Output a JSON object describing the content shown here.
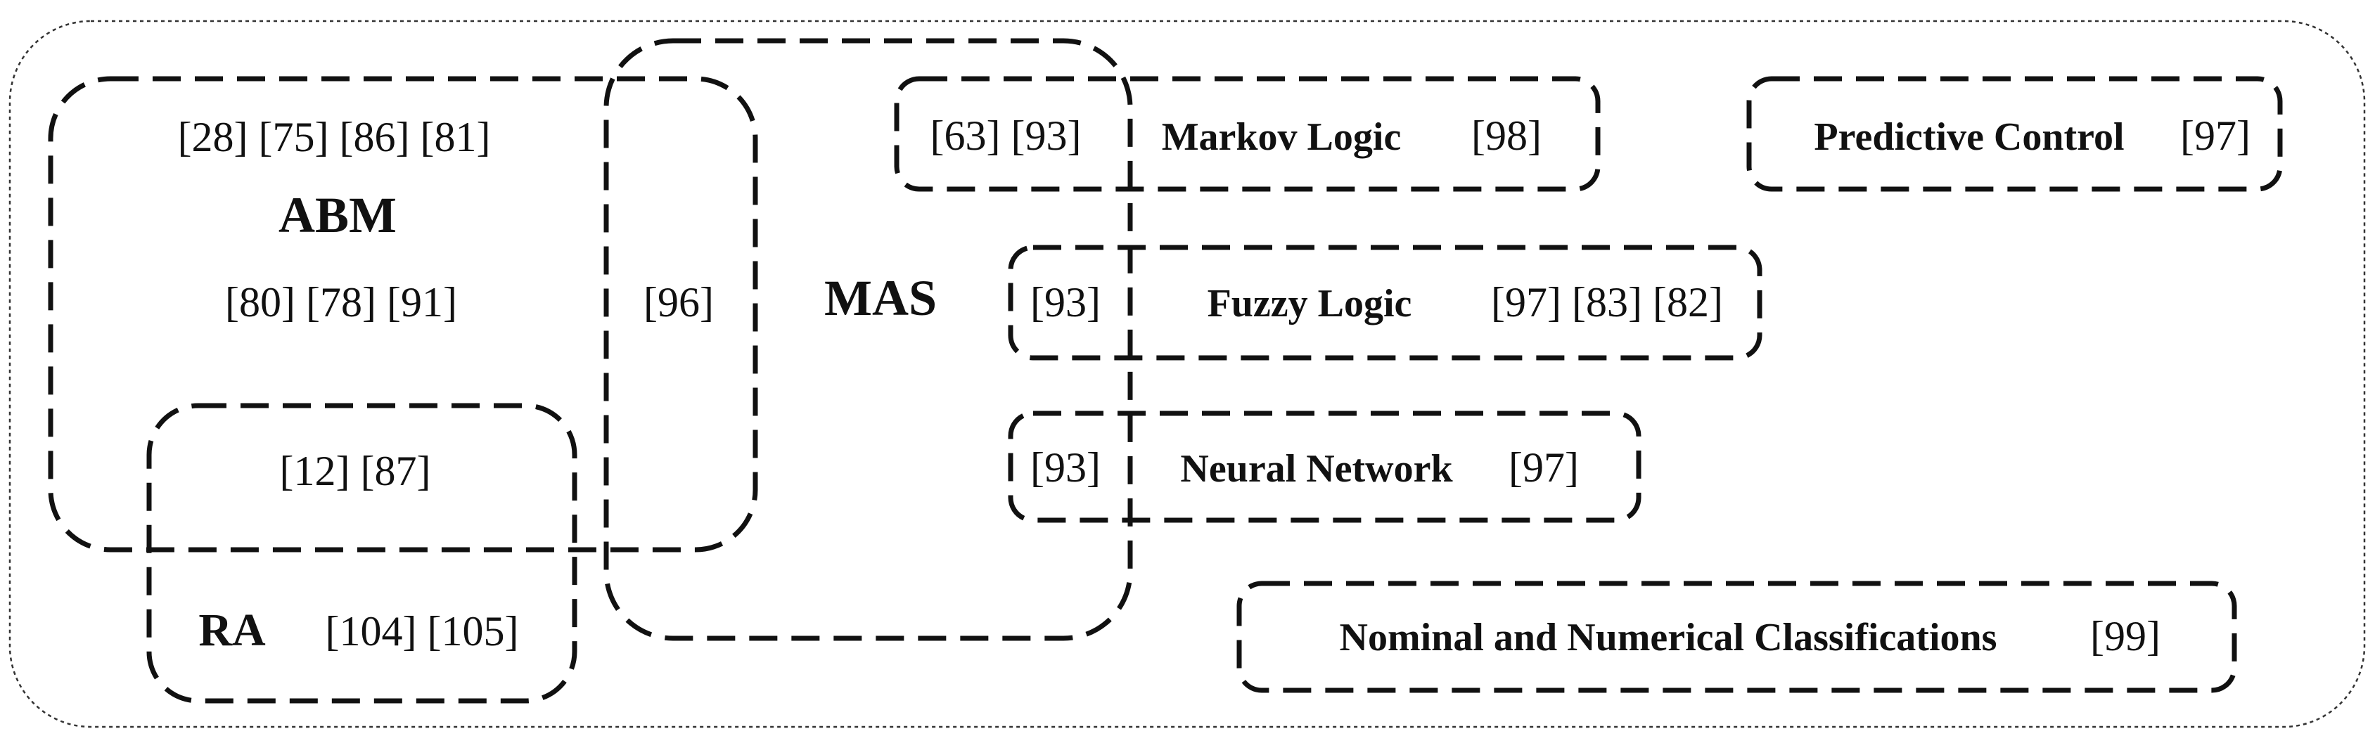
{
  "abm": {
    "refs_top": "[28]  [75]  [86]  [81]",
    "title": "ABM",
    "refs_mid": "[80]  [78]  [91]"
  },
  "abm_ra_overlap": {
    "refs": "[12]   [87]"
  },
  "ra": {
    "title": "RA",
    "refs": "[104]  [105]"
  },
  "abm_mas_overlap": {
    "refs": "[96]"
  },
  "mas": {
    "title": "MAS"
  },
  "markov_logic": {
    "overlap_refs": "[63]  [93]",
    "title": "Markov Logic",
    "refs": "[98]"
  },
  "fuzzy_logic": {
    "overlap_refs": "[93]",
    "title": "Fuzzy Logic",
    "refs": "[97]  [83]  [82]"
  },
  "neural_network": {
    "overlap_refs": "[93]",
    "title": "Neural Network",
    "refs": "[97]"
  },
  "predictive_control": {
    "title": "Predictive Control",
    "refs": "[97]"
  },
  "classifications": {
    "title": "Nominal and Numerical Classifications",
    "refs": "[99]"
  }
}
